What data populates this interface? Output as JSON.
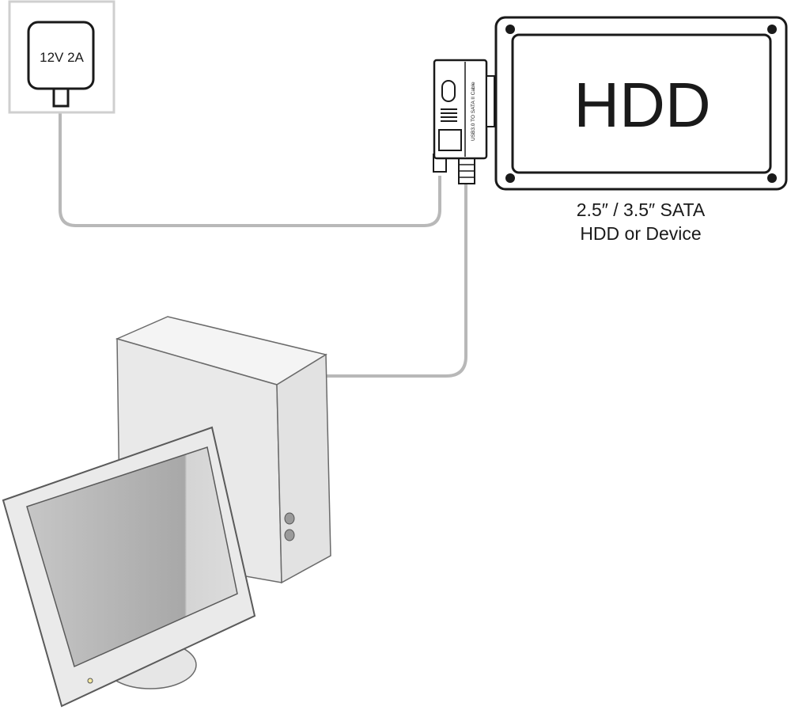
{
  "power_adapter": {
    "label": "12V 2A"
  },
  "adapter_cable": {
    "label": "USB3.0 TO SATA II Cable"
  },
  "hdd": {
    "label": "HDD",
    "caption_line1": "2.5″ / 3.5″ SATA",
    "caption_line2": "HDD or Device"
  },
  "colors": {
    "outline": "#1a1a1a",
    "cable": "#b8b8b8",
    "pc_body": "#e9e9e9",
    "screen_dark": "#b4b4b4",
    "screen_light": "#d2d2d2",
    "frame_box": "#cfcfcf"
  }
}
